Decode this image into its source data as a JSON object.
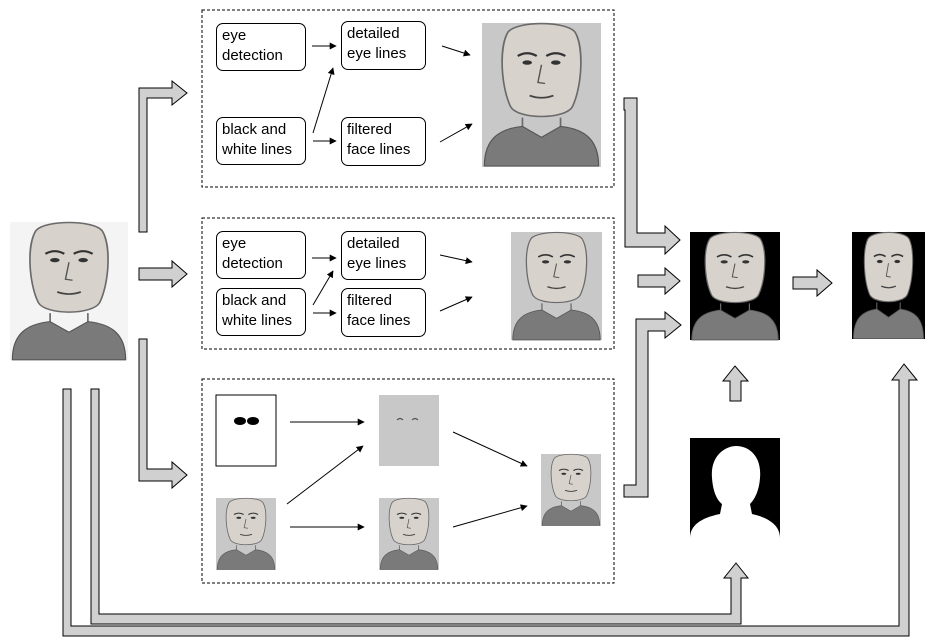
{
  "stage1": {
    "eye_detection": [
      "eye",
      "detection"
    ],
    "bw_lines": [
      "black and",
      "white lines"
    ],
    "detailed_eye_lines": [
      "detailed",
      "eye lines"
    ],
    "filtered_face_lines": [
      "filtered",
      "face lines"
    ]
  },
  "stage2": {
    "eye_detection": [
      "eye",
      "detection"
    ],
    "bw_lines": [
      "black and",
      "white lines"
    ],
    "detailed_eye_lines": [
      "detailed",
      "eye lines"
    ],
    "filtered_face_lines": [
      "filtered",
      "face lines"
    ]
  },
  "colors": {
    "arrow_fill": "#d0d0d0",
    "sketch_bg": "#c8c8c8",
    "mask_bg": "#000000",
    "photo_bg": "#f4f4f4"
  }
}
